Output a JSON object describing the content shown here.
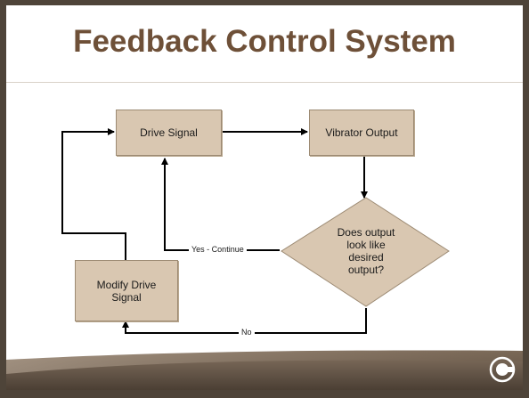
{
  "slide": {
    "title": "Feedback Control System"
  },
  "diagram": {
    "nodes": {
      "drive_signal": "Drive Signal",
      "vibrator_output": "Vibrator Output",
      "decision_line1": "Does output",
      "decision_line2": "look like",
      "decision_line3": "desired",
      "decision_line4": "output?",
      "modify_line1": "Modify Drive",
      "modify_line2": "Signal"
    },
    "edges": {
      "yes_label": "Yes - Continue",
      "no_label": "No"
    },
    "colors": {
      "node_fill": "#d9c7b1",
      "node_border": "#9c8a73",
      "title": "#6e5038",
      "frame": "#4e4439"
    }
  },
  "footer": {
    "logo_icon": "company-logo-icon"
  }
}
